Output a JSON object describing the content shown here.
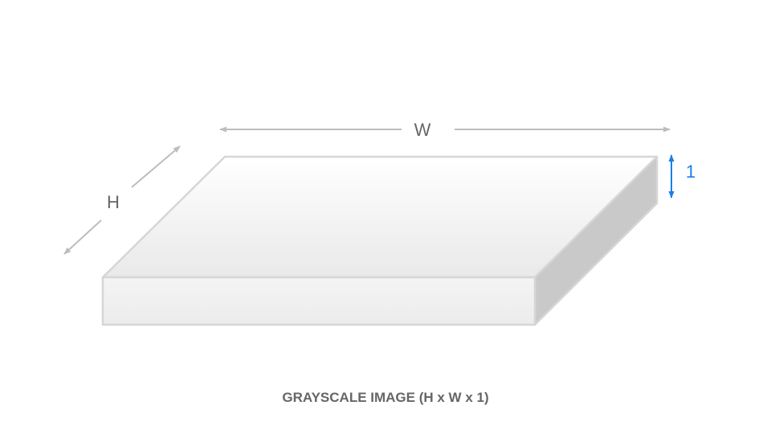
{
  "diagram": {
    "labels": {
      "width": "W",
      "height": "H",
      "depth": "1"
    },
    "caption": "GRAYSCALE IMAGE (H x W x 1)"
  },
  "colors": {
    "arrow": "#bdbdbd",
    "label_text": "#666666",
    "depth_accent": "#1a7fe8",
    "caption_text": "#666666",
    "top_face_light": "#ffffff",
    "top_face_dark": "#e9e9e9",
    "front_face": "#efefef",
    "side_face": "#c9c9c9",
    "edge": "#d6d6d6"
  }
}
